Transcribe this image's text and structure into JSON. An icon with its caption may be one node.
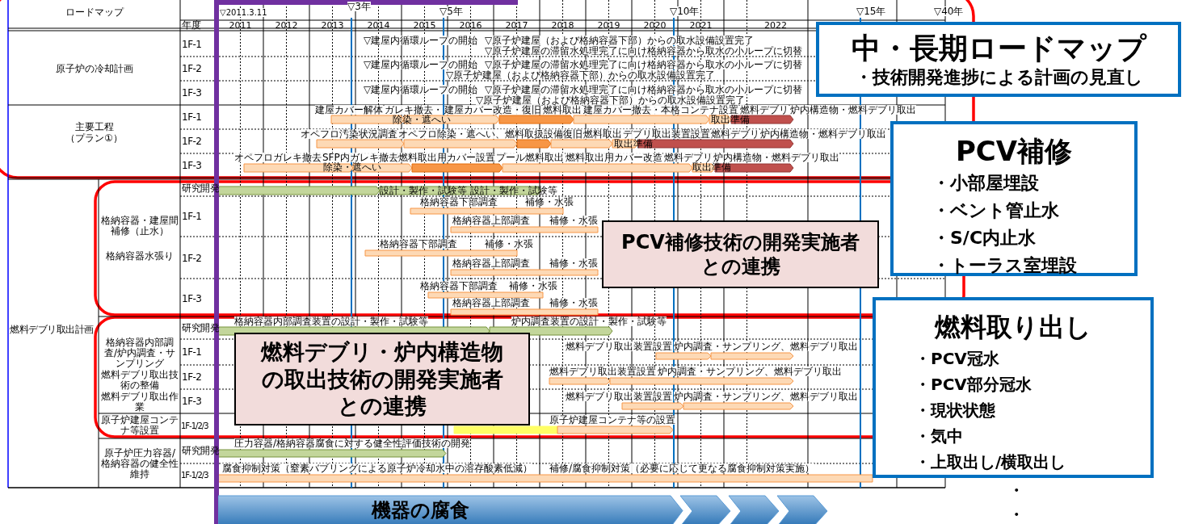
{
  "diagram": {
    "nodes": [
      {
        "text": [
          "中・長期ロードマップ",
          "・技術開発進捗による計画の見直し"
        ]
      },
      {
        "text": [
          "PCV補修",
          "・小部屋埋設",
          "・ベント管止水",
          "・S/C内止水",
          "・トーラス室埋設"
        ]
      },
      {
        "text": [
          "燃料取り出し",
          "・PCV冠水",
          "・PCV部分冠水",
          "・現状状態",
          "・気中",
          "・上取出し/横取出し"
        ]
      },
      {
        "text": [
          "PCV補修技術の開発実施者との連携"
        ]
      },
      {
        "text": [
          "燃料デブリ・炉内構造物の取出技術の開発実施者との連携"
        ]
      },
      {
        "text": [
          "機器の腐食"
        ]
      }
    ],
    "labels": [
      "ロードマップ",
      "▽2011.3.11",
      "▽3年",
      "▽5年",
      "▽10年",
      "▽15年",
      "▽40年",
      "年度",
      "2011",
      "2012",
      "2013",
      "2014",
      "2015",
      "2016",
      "2017",
      "2018",
      "2019",
      "2020",
      "2021",
      "2022",
      "原子炉の冷却計画",
      "1F-1",
      "▽建屋内循環ループの開始",
      "▽原子炉建屋（および格納容器下部）からの取水設備設置完了",
      "▽原子炉建屋の滞留水処理完了に向け格納容器から取水の小ループに切替",
      "1F-2",
      "▽建屋内循環ループの開始",
      "▽原子炉建屋の滞留水処理完了に向け格納容器から取水の小ループに切替",
      "▽原子炉建屋（および格納容器下部）からの取水設備設置完了",
      "1F-3",
      "▽建屋内循環ループの開始",
      "▽原子炉建屋の滞留水処理完了に向け格納容器から取水の小ループに切替",
      "▽原子炉建屋（および格納容器下部）からの取水設備設置完了",
      "主要工程",
      "（プラン①）",
      "1F-1",
      "建屋カバー解体",
      "ガレキ撤去・",
      "除染・遮へい",
      "建屋カバー改造・復旧",
      "燃料取出",
      "建屋カバー撤去・本格コンテナ設置",
      "燃料デブリ",
      "取出準備",
      "炉内構造物・燃料デブリ取出",
      "1F-2",
      "オペフロ汚染状況調査",
      "オペフロ除染・遮へい、燃料取扱設備復旧",
      "燃料取出",
      "デブリ取出装置設置",
      "燃料デブリ",
      "取出準備",
      "炉内構造物・燃料デブリ取出",
      "1F-3",
      "オペフロガレキ撤去",
      "SFP内ガレキ撤去",
      "除染・遮へい",
      "燃料取出用カバー設置",
      "プール燃料取出",
      "燃料取出用カバー改造",
      "燃料デブリ",
      "取出準備",
      "炉内構造物・燃料デブリ取出",
      "燃料デブリ取出計画",
      "格納容器・建屋間補修（止水）",
      "格納容器水張り",
      "研究開発",
      "設計・製作・試験等",
      "設計・製作・試験等",
      "1F-1",
      "格納容器下部調査",
      "補修・水張",
      "格納容器上部調査",
      "補修・水張",
      "1F-2",
      "格納容器下部調査",
      "補修・水張",
      "格納容器上部調査",
      "補修・水張",
      "1F-3",
      "格納容器下部調査",
      "補修・水張",
      "格納容器上部調査",
      "補修・水張",
      "格納容器内部調査/炉内調査・サンプリング",
      "燃料デブリ取出技術の整備",
      "燃料デブリ取出作業",
      "研究開発",
      "格納容器内部調査装置の設計・製作・試験等",
      "炉内調査装置の設計・製作・試験等",
      "1F-1",
      "燃料デブリ取出装置設置",
      "炉内調査・サンプリング、燃料デブリ取出",
      "1F-2",
      "燃料デブリ取出装置設置",
      "炉内調査・サンプリング、燃料デブリ取出",
      "1F-3",
      "燃料デブリ取出装置設置",
      "炉内調査・サンプリング、燃料デブリ取出",
      "原子炉建屋コンテナ等設置",
      "1F-1/2/3",
      "原子炉建屋コンテナ等の設置",
      "原子炉圧力容器/格納容器の健全性維持",
      "研究開発",
      "圧力容器/格納容器腐食に対する健全性評価技術の開発",
      "1F-1/2/3",
      "腐食抑制対策（窒素バブリングによる原子炉冷却水中の溶存酸素低減）",
      "補修/腐食抑制対策（必要に応じて更なる腐食抑制対策実施）",
      "・",
      "・"
    ]
  }
}
